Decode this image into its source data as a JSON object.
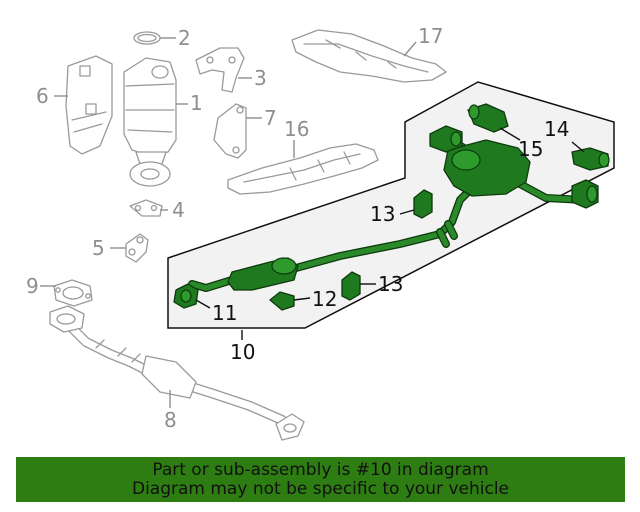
{
  "diagram": {
    "callouts": {
      "c1": "1",
      "c2": "2",
      "c3": "3",
      "c4": "4",
      "c5": "5",
      "c6": "6",
      "c7": "7",
      "c8": "8",
      "c9": "9",
      "c10": "10",
      "c11": "11",
      "c12": "12",
      "c13a": "13",
      "c13b": "13",
      "c14": "14",
      "c15": "15",
      "c16": "16",
      "c17": "17"
    },
    "highlight_assembly": "10",
    "colors": {
      "highlight": "#1f7a1f",
      "background_parts": "#9a9a9a",
      "assembly_panel": "#f2f2f2",
      "banner": "#2e7d12"
    }
  },
  "banner": {
    "line1": "Part or sub-assembly is #10 in diagram",
    "line2": "Diagram may not be specific to your vehicle"
  }
}
